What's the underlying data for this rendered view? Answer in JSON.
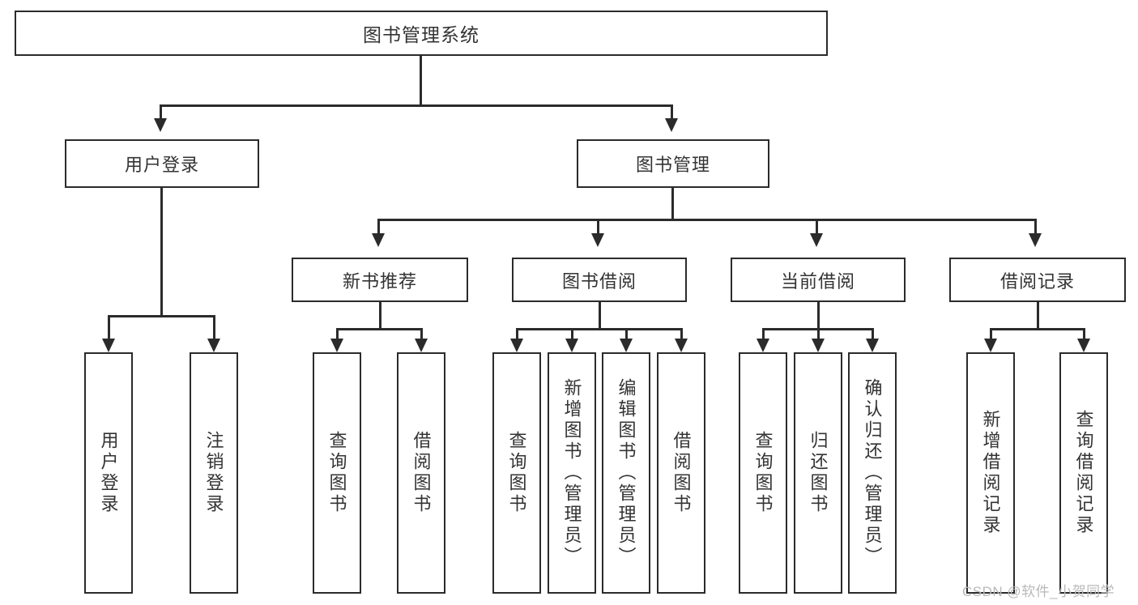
{
  "diagram": {
    "title": "图书管理系统",
    "type": "tree",
    "watermark": "CSDN @软件_小贺同学",
    "colors": {
      "border": "#2b2b2b",
      "background": "#ffffff",
      "text": "#333333",
      "connector": "#2b2b2b",
      "watermark": "#b9b9b9"
    },
    "nodes": {
      "root": {
        "label": "图书管理系统"
      },
      "level2": [
        {
          "label": "用户登录"
        },
        {
          "label": "图书管理"
        }
      ],
      "level3": [
        {
          "label": "新书推荐"
        },
        {
          "label": "图书借阅"
        },
        {
          "label": "当前借阅"
        },
        {
          "label": "借阅记录"
        }
      ],
      "leaves": {
        "user_login": [
          {
            "label": "用户登录"
          },
          {
            "label": "注销登录"
          }
        ],
        "new_book_recommend": [
          {
            "label": "查询图书"
          },
          {
            "label": "借阅图书"
          }
        ],
        "book_borrow": [
          {
            "label": "查询图书"
          },
          {
            "label": "新增图书（管理员）"
          },
          {
            "label": "编辑图书（管理员）"
          },
          {
            "label": "借阅图书"
          }
        ],
        "current_borrow": [
          {
            "label": "查询图书"
          },
          {
            "label": "归还图书"
          },
          {
            "label": "确认归还（管理员）"
          }
        ],
        "borrow_record": [
          {
            "label": "新增借阅记录"
          },
          {
            "label": "查询借阅记录"
          }
        ]
      }
    }
  }
}
